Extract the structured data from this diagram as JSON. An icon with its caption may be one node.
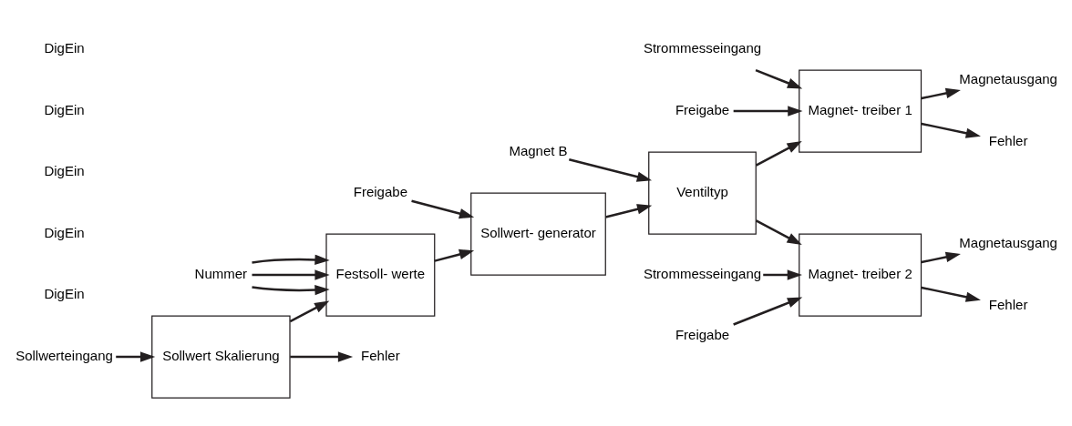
{
  "diagram": {
    "nodes": [
      {
        "text": [
          "Sollwert Skalierung"
        ]
      },
      {
        "text": [
          "Festsoll- werte"
        ]
      },
      {
        "text": [
          "Sollwert- generator"
        ]
      },
      {
        "text": [
          "Ventiltyp"
        ]
      },
      {
        "text": [
          "Magnet- treiber 1"
        ]
      },
      {
        "text": [
          "Magnet- treiber 2"
        ]
      },
      {
        "text": [
          "Sollwerteingang"
        ]
      },
      {
        "text": [
          "Fehler"
        ]
      },
      {
        "text": [
          "Nummer"
        ]
      },
      {
        "text": [
          "Freigabe"
        ]
      },
      {
        "text": [
          "Magnet B"
        ]
      },
      {
        "text": [
          "Magnetausgang"
        ]
      },
      {
        "text": [
          "Strommesseingang"
        ]
      },
      {
        "text": [
          "Freigabe"
        ]
      },
      {
        "text": [
          "Fehler"
        ]
      },
      {
        "text": [
          "Magnetausgang"
        ]
      },
      {
        "text": [
          "Strommesseingang"
        ]
      },
      {
        "text": [
          "Freigabe"
        ]
      },
      {
        "text": [
          "Fehler"
        ]
      }
    ],
    "edges": [
      {
        "from": 6,
        "to": 0,
        "arrow": "to"
      },
      {
        "from": 0,
        "to": 1,
        "arrow": "to"
      },
      {
        "from": 0,
        "to": 7,
        "arrow": "to"
      },
      {
        "from": 8,
        "to": 1,
        "arrow": "to"
      },
      {
        "from": 8,
        "to": 1,
        "arrow": "to"
      },
      {
        "from": 8,
        "to": 1,
        "arrow": "to"
      },
      {
        "from": 1,
        "to": 2,
        "arrow": "to"
      },
      {
        "from": 9,
        "to": 2,
        "arrow": "to"
      },
      {
        "from": 2,
        "to": 3,
        "arrow": "to"
      },
      {
        "from": 10,
        "to": 3,
        "arrow": "to"
      },
      {
        "from": 3,
        "to": 4,
        "arrow": "to"
      },
      {
        "from": 3,
        "to": 5,
        "arrow": "to"
      },
      {
        "from": 4,
        "to": 11,
        "arrow": "to"
      },
      {
        "from": 12,
        "to": 4,
        "arrow": "to"
      },
      {
        "from": 13,
        "to": 4,
        "arrow": "to"
      },
      {
        "from": 4,
        "to": 14,
        "arrow": "to"
      },
      {
        "from": 5,
        "to": 15,
        "arrow": "to"
      },
      {
        "from": 16,
        "to": 5,
        "arrow": "to"
      },
      {
        "from": 17,
        "to": 5,
        "arrow": "to"
      },
      {
        "from": 5,
        "to": 18,
        "arrow": "to"
      }
    ],
    "labels": [
      "DigEin",
      "DigEin",
      "DigEin",
      "DigEin",
      "DigEin"
    ]
  }
}
